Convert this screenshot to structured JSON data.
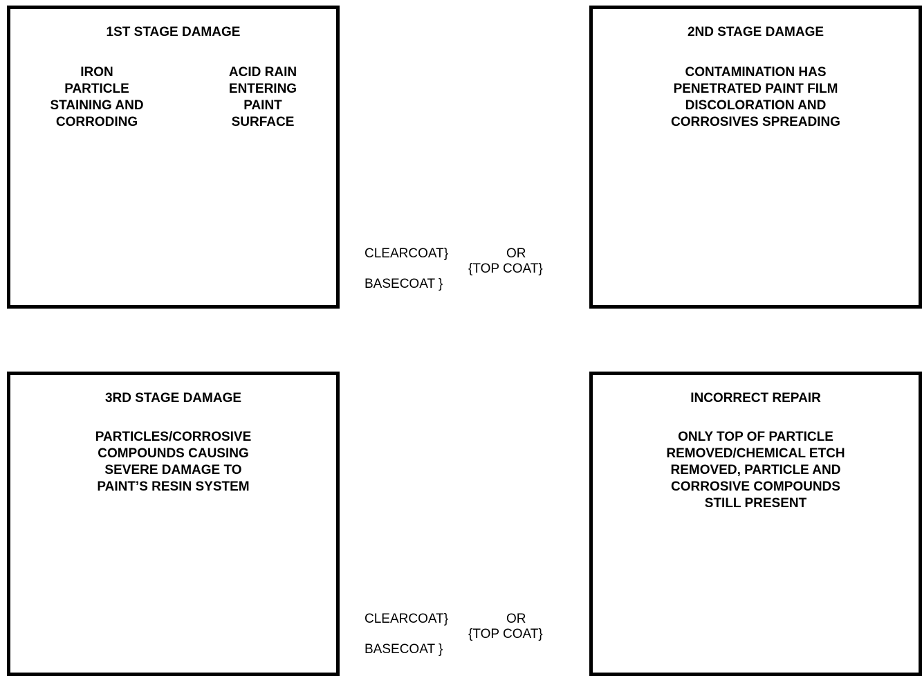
{
  "panels": {
    "stage1": {
      "title": "1ST STAGE DAMAGE",
      "label_left": "IRON\nPARTICLE\nSTAINING AND\nCORRODING",
      "label_right": "ACID RAIN\nENTERING\nPAINT\nSURFACE"
    },
    "stage2": {
      "title": "2ND STAGE DAMAGE",
      "description": "CONTAMINATION HAS\nPENETRATED PAINT FILM\nDISCOLORATION AND\nCORROSIVES SPREADING"
    },
    "stage3": {
      "title": "3RD STAGE DAMAGE",
      "description": "PARTICLES/CORROSIVE\nCOMPOUNDS CAUSING\nSEVERE DAMAGE TO\nPAINT’S RESIN SYSTEM"
    },
    "repair": {
      "title": "INCORRECT REPAIR",
      "description": "ONLY TOP OF PARTICLE\nREMOVED/CHEMICAL ETCH\nREMOVED, PARTICLE AND\nCORROSIVE COMPOUNDS\nSTILL PRESENT"
    }
  },
  "legend_top": {
    "clearcoat": "CLEARCOAT}",
    "or": "OR",
    "topcoat": "{TOP COAT}",
    "basecoat": "BASECOAT  }"
  },
  "legend_bottom": {
    "clearcoat": "CLEARCOAT}",
    "or": "OR",
    "topcoat": "{TOP COAT}",
    "basecoat": "BASECOAT  }"
  }
}
